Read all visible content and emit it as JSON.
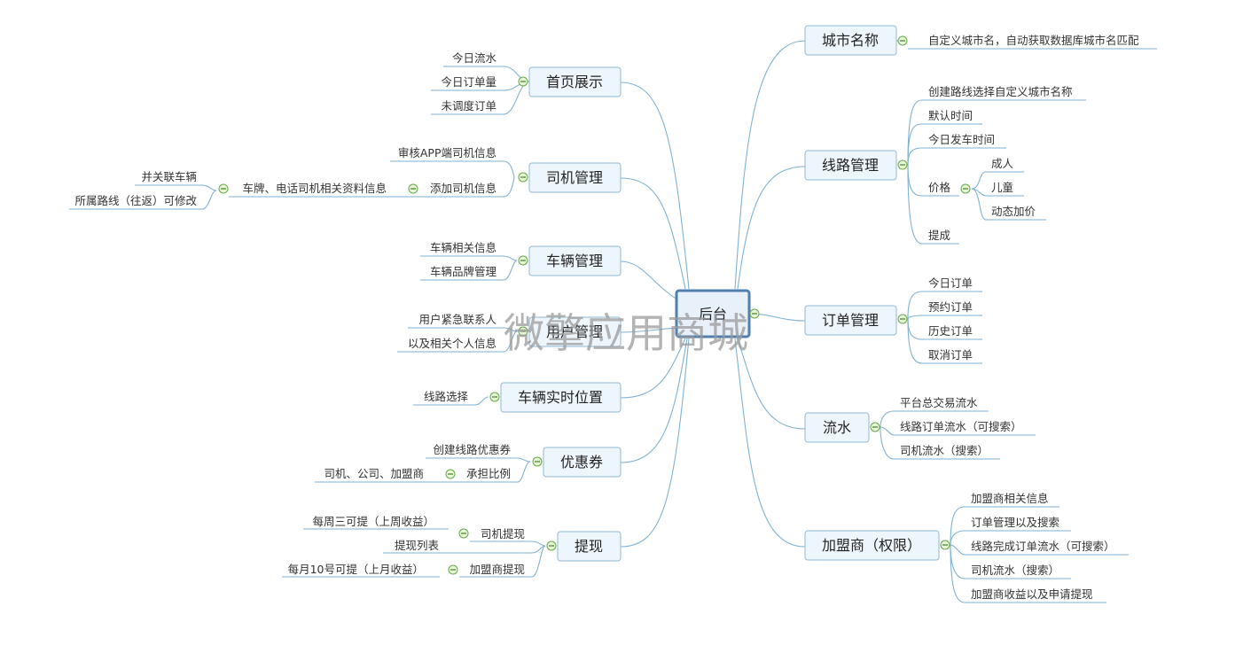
{
  "center": {
    "label": "后台"
  },
  "watermark": "微擎应用商城",
  "branches": {
    "city": {
      "label": "城市名称",
      "items": [
        "自定义城市名，自动获取数据库城市名匹配"
      ]
    },
    "route": {
      "label": "线路管理",
      "items": [
        "创建路线选择自定义城市名称",
        "默认时间",
        "今日发车时间",
        "价格",
        "提成"
      ],
      "price_items": [
        "成人",
        "儿童",
        "动态加价"
      ]
    },
    "order": {
      "label": "订单管理",
      "items": [
        "今日订单",
        "预约订单",
        "历史订单",
        "取消订单"
      ]
    },
    "flow": {
      "label": "流水",
      "items": [
        "平台总交易流水",
        "线路订单流水（可搜索）",
        "司机流水（搜索）"
      ]
    },
    "franchise": {
      "label": "加盟商（权限）",
      "items": [
        "加盟商相关信息",
        "订单管理以及搜索",
        "线路完成订单流水（可搜索）",
        "司机流水（搜索）",
        "加盟商收益以及申请提现"
      ]
    },
    "home": {
      "label": "首页展示",
      "items": [
        "今日流水",
        "今日订单量",
        "未调度订单"
      ]
    },
    "driver": {
      "label": "司机管理",
      "items": [
        "审核APP端司机信息",
        "添加司机信息"
      ],
      "sub_label": "车牌、电话司机相关资料信息",
      "sub_items": [
        "并关联车辆",
        "所属路线（往返）可修改"
      ]
    },
    "vehicle": {
      "label": "车辆管理",
      "items": [
        "车辆相关信息",
        "车辆品牌管理"
      ]
    },
    "user": {
      "label": "用户管理",
      "items": [
        "用户紧急联系人",
        "以及相关个人信息"
      ]
    },
    "realtime": {
      "label": "车辆实时位置",
      "items": [
        "线路选择"
      ]
    },
    "coupon": {
      "label": "优惠券",
      "items": [
        "创建线路优惠券",
        "承担比例"
      ],
      "sub_items": [
        "司机、公司、加盟商"
      ]
    },
    "withdraw": {
      "label": "提现",
      "items": [
        "司机提现",
        "提现列表",
        "加盟商提现"
      ],
      "driver_sub": [
        "每周三可提（上周收益）"
      ],
      "franchise_sub": [
        "每月10号可提（上月收益）"
      ]
    }
  },
  "colors": {
    "line": "#7fb2d3",
    "box_fill": "#eef6fd",
    "center_border": "#4f7fae",
    "collapse": "#66a84a"
  }
}
